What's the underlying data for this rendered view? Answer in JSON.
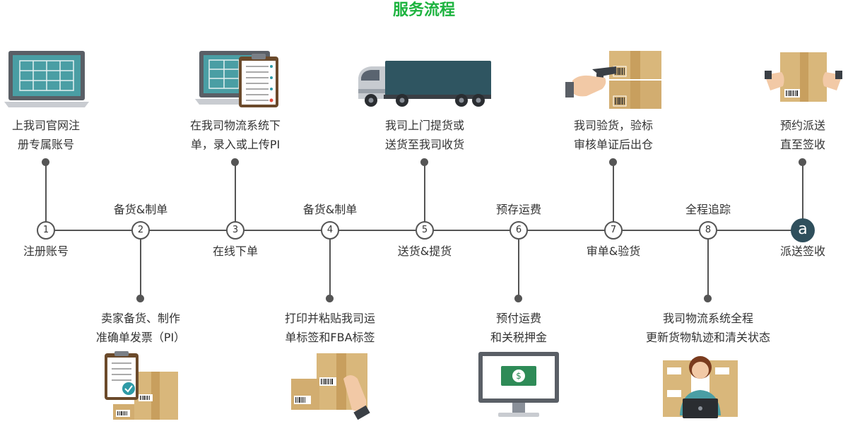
{
  "title": "服务流程",
  "nodes": [
    {
      "num": "1",
      "label": "注册账号"
    },
    {
      "num": "2",
      "label": "备货&制单"
    },
    {
      "num": "3",
      "label": "在线下单"
    },
    {
      "num": "4",
      "label": "备货&制单"
    },
    {
      "num": "5",
      "label": "送货&提货"
    },
    {
      "num": "6",
      "label": "预存运费"
    },
    {
      "num": "7",
      "label": "审单&验货"
    },
    {
      "num": "8",
      "label": "全程追踪"
    },
    {
      "num": "a",
      "label": "派送签收"
    }
  ],
  "top_steps": [
    {
      "line1": "上我司官网注",
      "line2": "册专属账号"
    },
    {
      "line1": "在我司物流系统下",
      "line2": "单，录入或上传PI"
    },
    {
      "line1": "我司上门提货或",
      "line2": "送货至我司收货"
    },
    {
      "line1": "我司验货，验标",
      "line2": "审核单证后出仓"
    },
    {
      "line1": "预约派送",
      "line2": "直至签收"
    }
  ],
  "bottom_steps": [
    {
      "line1": "卖家备货、制作",
      "line2": "准确单发票（PI）"
    },
    {
      "line1": "打印并粘贴我司运",
      "line2": "单标签和FBA标签"
    },
    {
      "line1": "预付运费",
      "line2": "和关税押金"
    },
    {
      "line1": "我司物流系统全程",
      "line2": "更新货物轨迹和清关状态"
    }
  ],
  "colors": {
    "title": "#1db33f",
    "line": "#555555",
    "final_node": "#2f4f5c",
    "box": "#d9b77b",
    "screen": "#4a9ea4"
  }
}
